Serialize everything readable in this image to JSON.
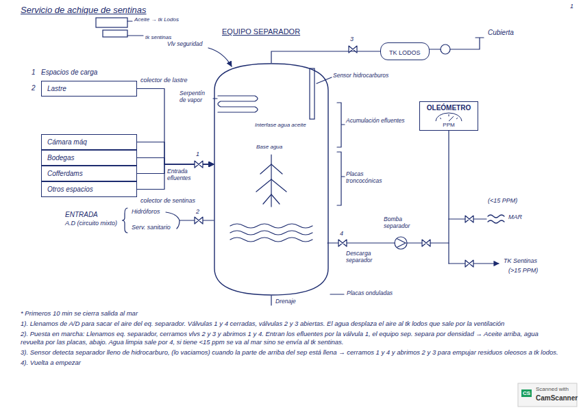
{
  "diagram": {
    "title": "Servicio de achique de sentinas",
    "nodes": [
      {
        "text": [
          "Lastre"
        ]
      },
      {
        "text": [
          "Cámara máq"
        ]
      },
      {
        "text": [
          "Bodegas"
        ]
      },
      {
        "text": [
          "Cofferdams"
        ]
      },
      {
        "text": [
          "Otros espacios"
        ]
      },
      {
        "text": [
          "EQUIPO SEPARADOR"
        ]
      },
      {
        "text": [
          "TK LODOS"
        ]
      },
      {
        "text": [
          "OLEÓMETRO",
          "PPM"
        ]
      }
    ],
    "edges": [
      {
        "from": 0,
        "to": 5,
        "arrow": "to"
      },
      {
        "from": 1,
        "to": 5,
        "arrow": "to"
      },
      {
        "from": 2,
        "to": 5,
        "arrow": "to"
      },
      {
        "from": 3,
        "to": 5,
        "arrow": "to"
      },
      {
        "from": 4,
        "to": 5,
        "arrow": "to"
      },
      {
        "from": 5,
        "to": 6,
        "arrow": "none"
      }
    ],
    "labels": [
      "Aceite → tk Lodos",
      "tk sentinas",
      "1",
      "Espacios de carga",
      "2",
      "colector de lastre",
      "colector de sentinas",
      "Entrada efluentes",
      "1",
      "ENTRADA",
      "A.D (circuito mixto)",
      "Hidróforos",
      "Serv. sanitario",
      "2",
      "Vlv seguridad",
      "Serpentín de vapor",
      "Interfase agua aceite",
      "Base agua",
      "3",
      "Cubierta",
      "Sensor hidrocarburos",
      "Acumulación efluentes",
      "Placas troncocónicas",
      "4",
      "Bomba separador",
      "Descarga separador",
      "(<15 PPM)",
      "MAR",
      "TK Sentinas",
      "(>15 PPM)",
      "Placas onduladas",
      "Drenaje",
      "* Primeros 10 min se cierra salida al mar",
      "1). Llenamos de A/D para sacar el aire del eq. separador. Válvulas 1 y 4 cerradas, válvulas 2 y 3 abiertas. El agua desplaza el aire al tk lodos que sale por la ventilación",
      "2). Puesta en marcha: Llenamos eq. separador, cerramos vlvs 2 y 3 y abrimos 1 y 4. Entran los efluentes por la válvula 1, el equipo sep. separa por densidad → Aceite arriba, agua revuelta por las placas, abajo. Agua limpia sale por 4, si tiene <15 ppm se va al mar sino se envía al tk sentinas.",
      "3). Sensor detecta separador lleno de hidrocarburo, (lo vaciamos) cuando la parte de arriba del sep está llena → cerramos 1 y 4 y abrimos 2 y 3 para empujar residuos oleosos a tk lodos.",
      "4). Vuelta a empezar",
      "1",
      "CS",
      "Scanned with",
      "CamScanner"
    ]
  }
}
